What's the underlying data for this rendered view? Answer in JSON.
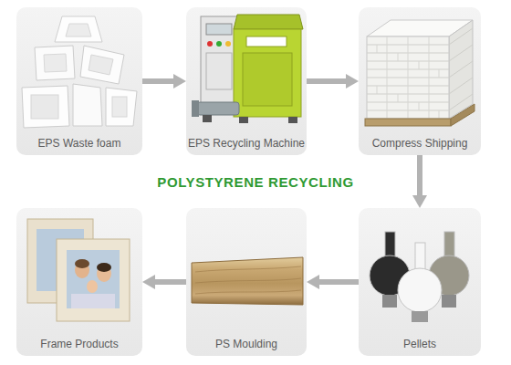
{
  "diagram": {
    "title": "POLYSTYRENE RECYCLING",
    "nodes": [
      {
        "text": [
          "EPS Waste foam"
        ]
      },
      {
        "text": [
          "EPS Recycling Machine"
        ]
      },
      {
        "text": [
          "Compress Shipping"
        ]
      },
      {
        "text": [
          "Pellets"
        ]
      },
      {
        "text": [
          "PS Moulding"
        ]
      },
      {
        "text": [
          "Frame Products"
        ]
      }
    ],
    "edges": [
      {
        "from": 0,
        "to": 1,
        "arrow": "to"
      },
      {
        "from": 1,
        "to": 2,
        "arrow": "to"
      },
      {
        "from": 2,
        "to": 3,
        "arrow": "to"
      },
      {
        "from": 3,
        "to": 4,
        "arrow": "to"
      },
      {
        "from": 4,
        "to": 5,
        "arrow": "to"
      }
    ]
  }
}
